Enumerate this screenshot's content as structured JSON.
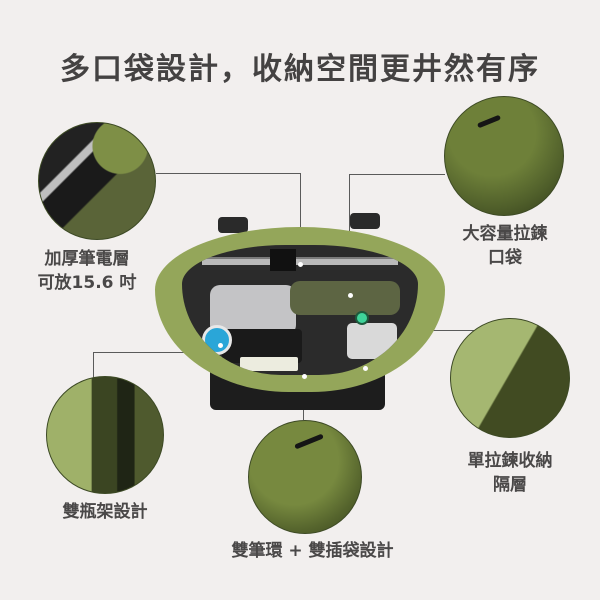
{
  "title": "多口袋設計，收納空間更井然有序",
  "features": [
    {
      "id": "laptop",
      "label": "加厚筆電層\n可放15.6 吋"
    },
    {
      "id": "zip-pocket",
      "label": "大容量拉鍊\n口袋"
    },
    {
      "id": "single-zip",
      "label": "單拉鍊收納\n隔層"
    },
    {
      "id": "bottle",
      "label": "雙瓶架設計"
    },
    {
      "id": "pen",
      "label": "雙筆環 + 雙插袋設計"
    }
  ],
  "colors": {
    "background": "#f2efee",
    "text": "#444242",
    "bag_green": "#94a65a",
    "leader_line": "#5a5a5a",
    "accent_blue": "#2aa6d8"
  }
}
